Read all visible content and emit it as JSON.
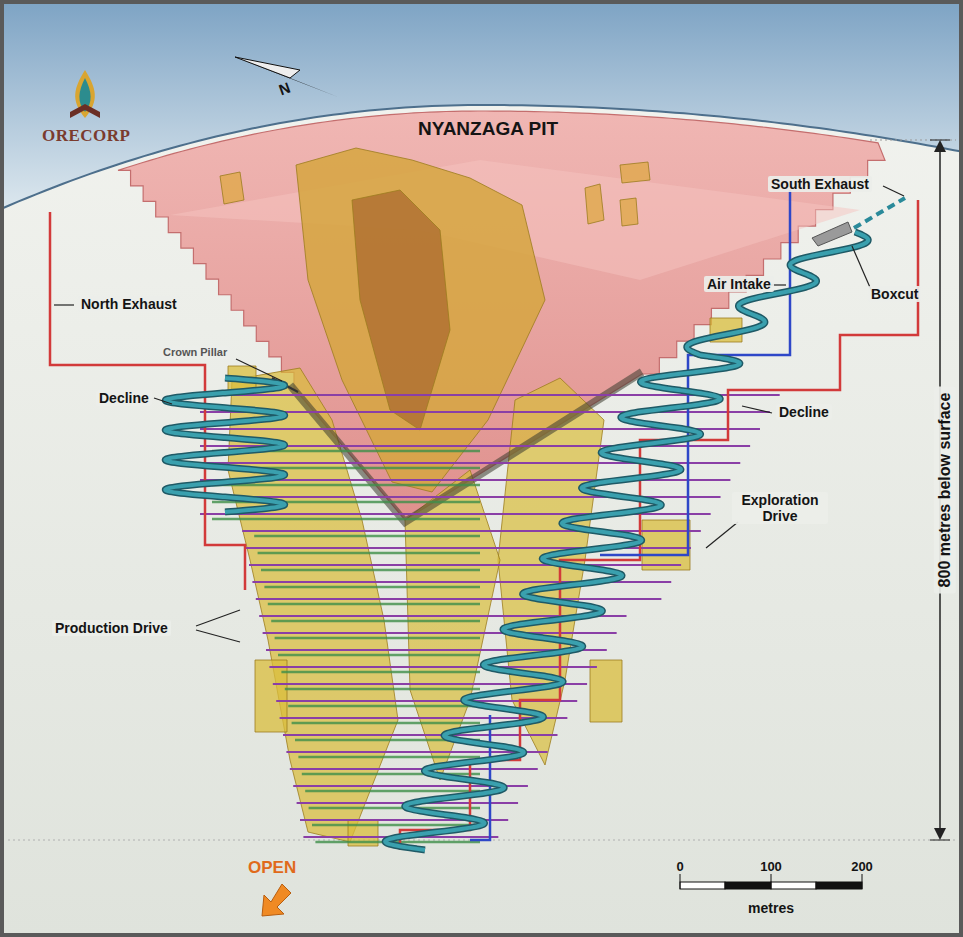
{
  "diagram": {
    "labels": [
      "ORECORP",
      "N",
      "NYANZAGA PIT",
      "South Exhaust",
      "Air Intake",
      "Boxcut",
      "North Exhaust",
      "Crown Pillar",
      "Decline",
      "Decline",
      "Exploration Drive",
      "Production Drive",
      "800 metres below surface",
      "OPEN",
      "0",
      "100",
      "200",
      "metres"
    ]
  }
}
